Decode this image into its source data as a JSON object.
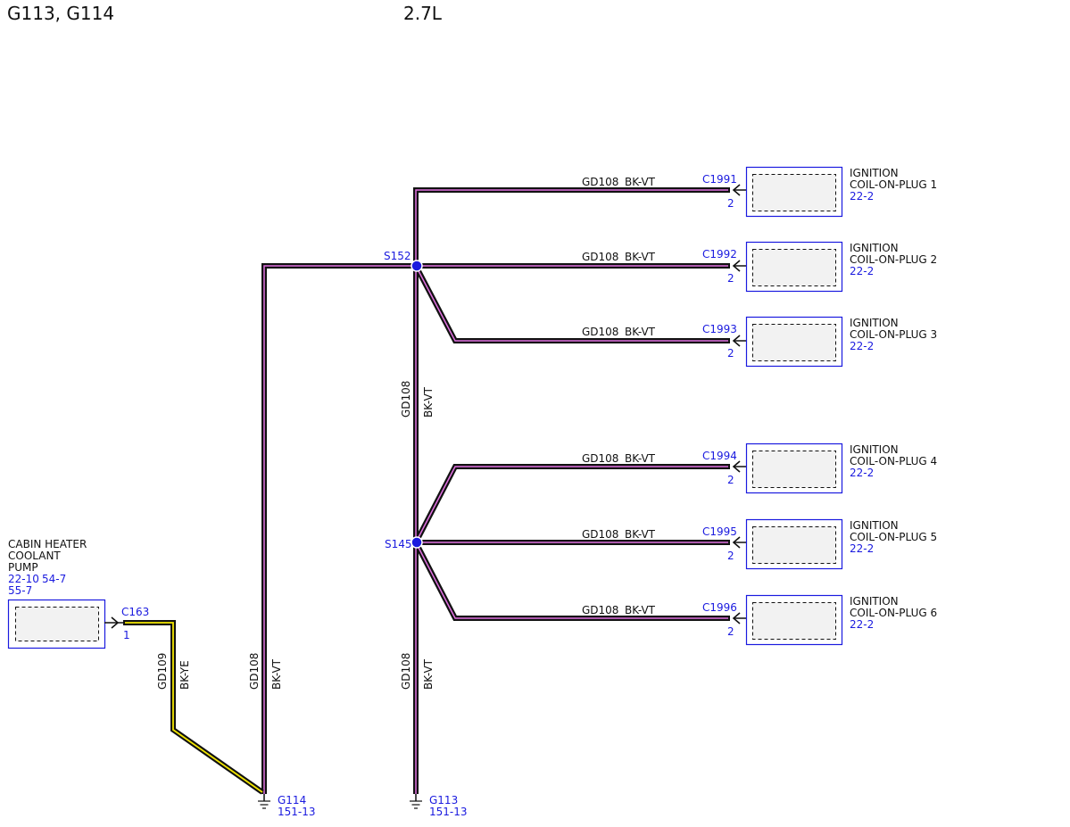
{
  "header": {
    "grounds": "G113, G114",
    "engine": "2.7L"
  },
  "wire": {
    "circuit": "GD108",
    "color": "BK-VT"
  },
  "pump_wire": {
    "circuit": "GD109",
    "color": "BK-YE"
  },
  "splices": {
    "upper": "S152",
    "lower": "S145"
  },
  "coils": [
    {
      "connector": "C1991",
      "pin": "2",
      "name1": "IGNITION",
      "name2": "COIL-ON-PLUG 1",
      "ref": "22-2"
    },
    {
      "connector": "C1992",
      "pin": "2",
      "name1": "IGNITION",
      "name2": "COIL-ON-PLUG 2",
      "ref": "22-2"
    },
    {
      "connector": "C1993",
      "pin": "2",
      "name1": "IGNITION",
      "name2": "COIL-ON-PLUG 3",
      "ref": "22-2"
    },
    {
      "connector": "C1994",
      "pin": "2",
      "name1": "IGNITION",
      "name2": "COIL-ON-PLUG 4",
      "ref": "22-2"
    },
    {
      "connector": "C1995",
      "pin": "2",
      "name1": "IGNITION",
      "name2": "COIL-ON-PLUG 5",
      "ref": "22-2"
    },
    {
      "connector": "C1996",
      "pin": "2",
      "name1": "IGNITION",
      "name2": "COIL-ON-PLUG 6",
      "ref": "22-2"
    }
  ],
  "pump": {
    "line1": "CABIN HEATER",
    "line2": "COOLANT",
    "line3": "PUMP",
    "ref1": "22-10",
    "ref2": "54-7",
    "ref3": "55-7",
    "connector": "C163",
    "pin": "1"
  },
  "grounds": [
    {
      "name": "G114",
      "ref": "151-13"
    },
    {
      "name": "G113",
      "ref": "151-13"
    }
  ],
  "colors": {
    "wire_black": "#111111",
    "wire_violet": "#e070e0",
    "wire_yellow": "#f2e600",
    "ref_blue": "#1a1adf",
    "box_fill": "#f2f2f2"
  }
}
